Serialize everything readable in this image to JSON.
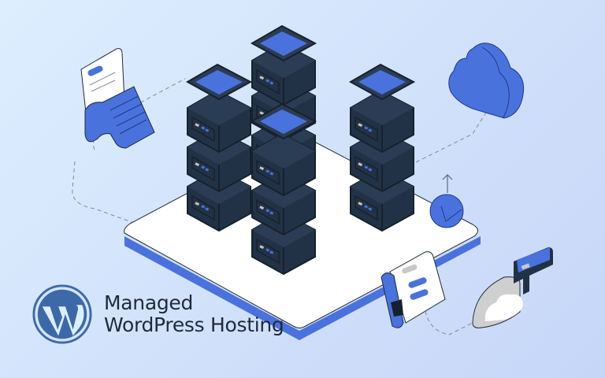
{
  "brand": {
    "logo_icon": "wordpress-logo-icon",
    "title_line1": "Managed",
    "title_line2": "WordPress Hosting"
  },
  "illustration": {
    "elements": [
      "server-stack",
      "platform",
      "document-scroll-icon",
      "cloud-icon",
      "upload-circle-icon",
      "receipt-scroll-icon",
      "cloud-key-icon"
    ]
  },
  "colors": {
    "background_start": "#ddeeff",
    "background_end": "#c6d6f7",
    "accent_blue": "#4a72dd",
    "server_dark": "#223246",
    "server_darker": "#17212e",
    "platform_white": "#ffffff",
    "text": "#1f2a3a",
    "logo_blue": "#3d69a8"
  }
}
